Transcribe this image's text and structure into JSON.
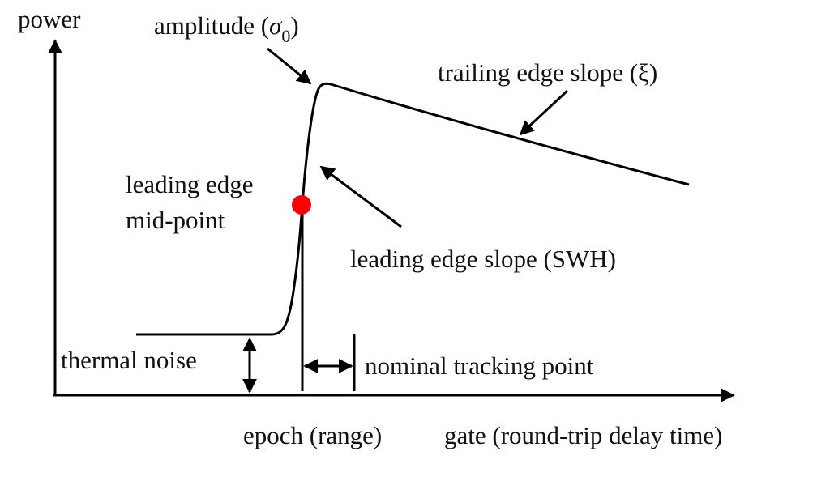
{
  "labels": {
    "y_axis": "power",
    "x_axis": "gate (round-trip delay time)",
    "epoch": "epoch (range)",
    "amplitude": "amplitude (",
    "amplitude_symbol": "σ",
    "amplitude_sub": "0",
    "amplitude_close": ")",
    "trailing_edge": "trailing edge slope (ξ)",
    "leading_edge_mid_1": "leading edge",
    "leading_edge_mid_2": "mid-point",
    "leading_edge_slope": "leading edge slope (SWH)",
    "thermal_noise": "thermal noise",
    "tracking_point": "nominal tracking point"
  },
  "colors": {
    "line": "#000000",
    "midpoint": "#ff0000"
  }
}
